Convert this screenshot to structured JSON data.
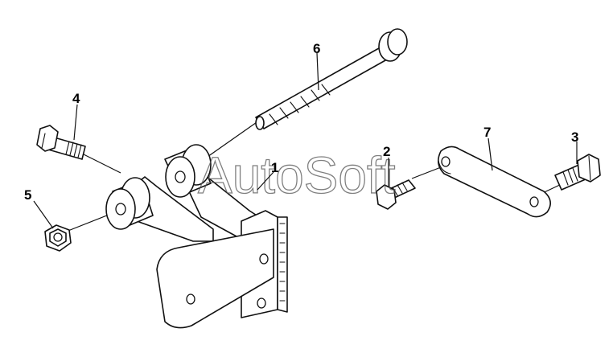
{
  "callouts": {
    "c1": "1",
    "c2": "2",
    "c3": "3",
    "c4": "4",
    "c5": "5",
    "c6": "6",
    "c7": "7"
  },
  "watermark": "AutoSoft"
}
